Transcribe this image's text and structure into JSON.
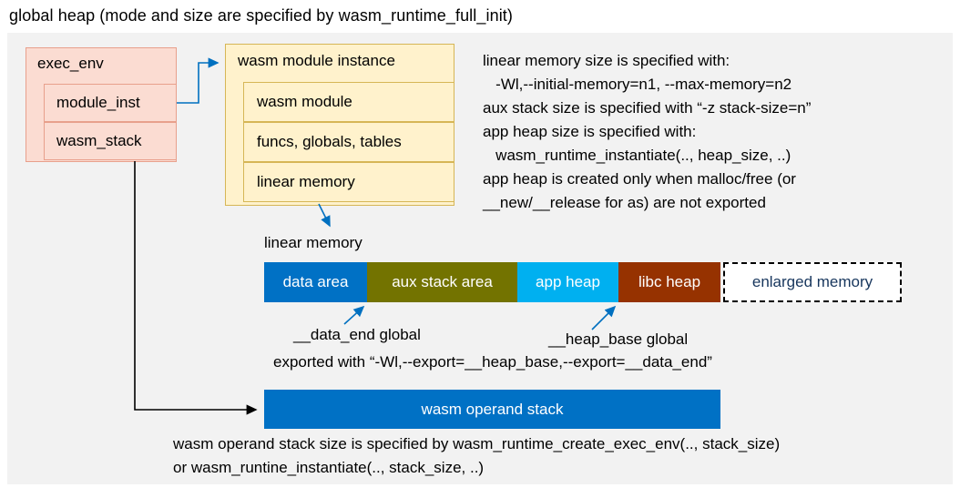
{
  "title": "global heap (mode and size are specified by wasm_runtime_full_init)",
  "exec_env": {
    "label": "exec_env",
    "module_inst": "module_inst",
    "wasm_stack": "wasm_stack"
  },
  "module_instance": {
    "label": "wasm module instance",
    "rows": [
      "wasm module",
      "funcs, globals, tables",
      "linear memory"
    ]
  },
  "notes": [
    "linear memory size is specified with:",
    "   -Wl,--initial-memory=n1, --max-memory=n2",
    "aux stack size is specified with “-z stack-size=n”",
    "app heap size is specified with:",
    "   wasm_runtime_instantiate(.., heap_size, ..)",
    "app heap is created only when malloc/free (or",
    "__new/__release for as) are not exported"
  ],
  "linear_memory": {
    "label": "linear memory",
    "segments": [
      {
        "label": "data area",
        "color_key": "data_area"
      },
      {
        "label": "aux stack area",
        "color_key": "aux_stack"
      },
      {
        "label": "app heap",
        "color_key": "app_heap"
      },
      {
        "label": "libc heap",
        "color_key": "libc_heap"
      },
      {
        "label": "enlarged memory",
        "color_key": "enlarged"
      }
    ],
    "data_end_label": "__data_end global",
    "heap_base_label": "__heap_base global",
    "export_note": "exported with “-Wl,--export=__heap_base,--export=__data_end”"
  },
  "operand_stack": {
    "label": "wasm operand stack",
    "note_line1": "wasm operand stack size is specified by wasm_runtime_create_exec_env(.., stack_size)",
    "note_line2": "or wasm_runtine_instantiate(.., stack_size, ..)"
  },
  "colors": {
    "data_area": "#0071c5",
    "aux_stack": "#737300",
    "app_heap": "#00b0f0",
    "libc_heap": "#963200",
    "operand_stack": "#0071c5",
    "enlarged_text": "#17365d",
    "arrow_blue": "#0070c0",
    "arrow_black": "#000000",
    "pink_fill": "#fbdcd2",
    "pink_border": "#e8a08c",
    "cream_fill": "#fff2cc",
    "cream_border": "#d6b656",
    "background_panel": "#f2f2f2"
  }
}
